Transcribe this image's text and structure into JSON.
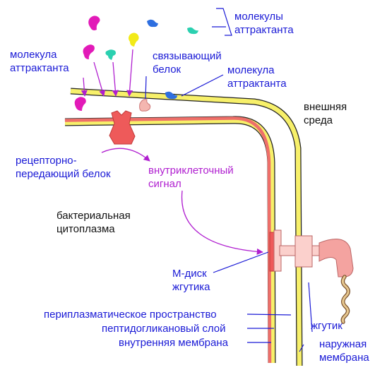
{
  "labels": {
    "attractant_molecules_top": "молекулы\nаттрактанта",
    "attractant_molecule_left": "молекула\nаттрактанта",
    "binding_protein": "связывающий\nбелок",
    "attractant_molecule_right": "молекула\nаттрактанта",
    "external_environment": "внешняя\nсреда",
    "receptor_transducer_protein": "рецепторно-\nпередающий белок",
    "intracellular_signal": "внутриклеточный\nсигнал",
    "bacterial_cytoplasm": "бактериальная\nцитоплазма",
    "flagellar_m_disk": "М-диск\nжгутика",
    "periplasmic_space": "периплазматическое пространство",
    "peptidoglycan_layer": "пептидогликановый слой",
    "inner_membrane": "внутренняя мембрана",
    "flagellum": "жгутик",
    "outer_membrane": "наружная\nмембрана"
  },
  "colors": {
    "label_blue": "#1a1ad6",
    "label_purple": "#b01fd0",
    "outer_membrane_fill": "#f7f06a",
    "inner_membrane_fill": "#f4a3a0",
    "receptor_fill": "#ee5a5a",
    "flagellum_fill": "#f4a3a0",
    "molecule_magenta": "#e21ab8",
    "molecule_teal": "#2bd0b0",
    "molecule_yellow": "#f2ea18",
    "molecule_blue": "#2e6fe0"
  },
  "icons": [
    "attractant-molecule-icon",
    "binding-protein-icon",
    "receptor-protein-icon",
    "flagellum-icon",
    "m-disk-icon"
  ]
}
